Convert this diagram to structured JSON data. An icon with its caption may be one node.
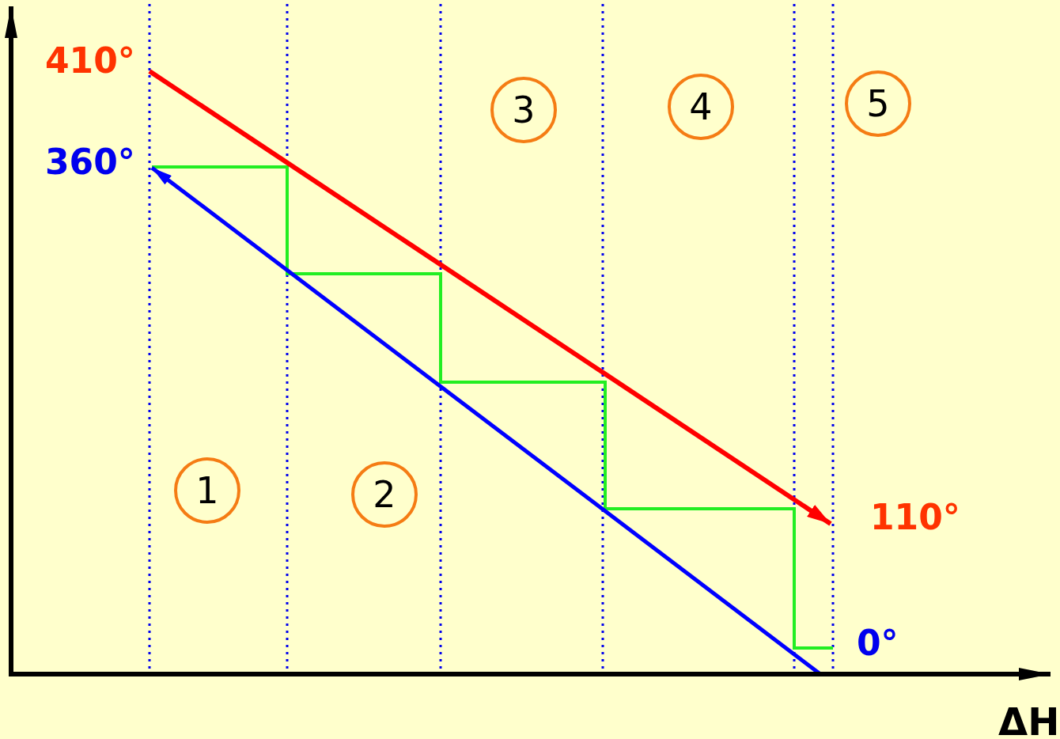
{
  "diagram": {
    "nodes": [
      {
        "text": [
          "3"
        ]
      },
      {
        "text": [
          "4"
        ]
      },
      {
        "text": [
          "5"
        ]
      },
      {
        "text": [
          "1"
        ]
      },
      {
        "text": [
          "2"
        ]
      }
    ],
    "edges": [],
    "labels": [
      "410°",
      "360°",
      "110°",
      "0°",
      "ΔH"
    ]
  }
}
